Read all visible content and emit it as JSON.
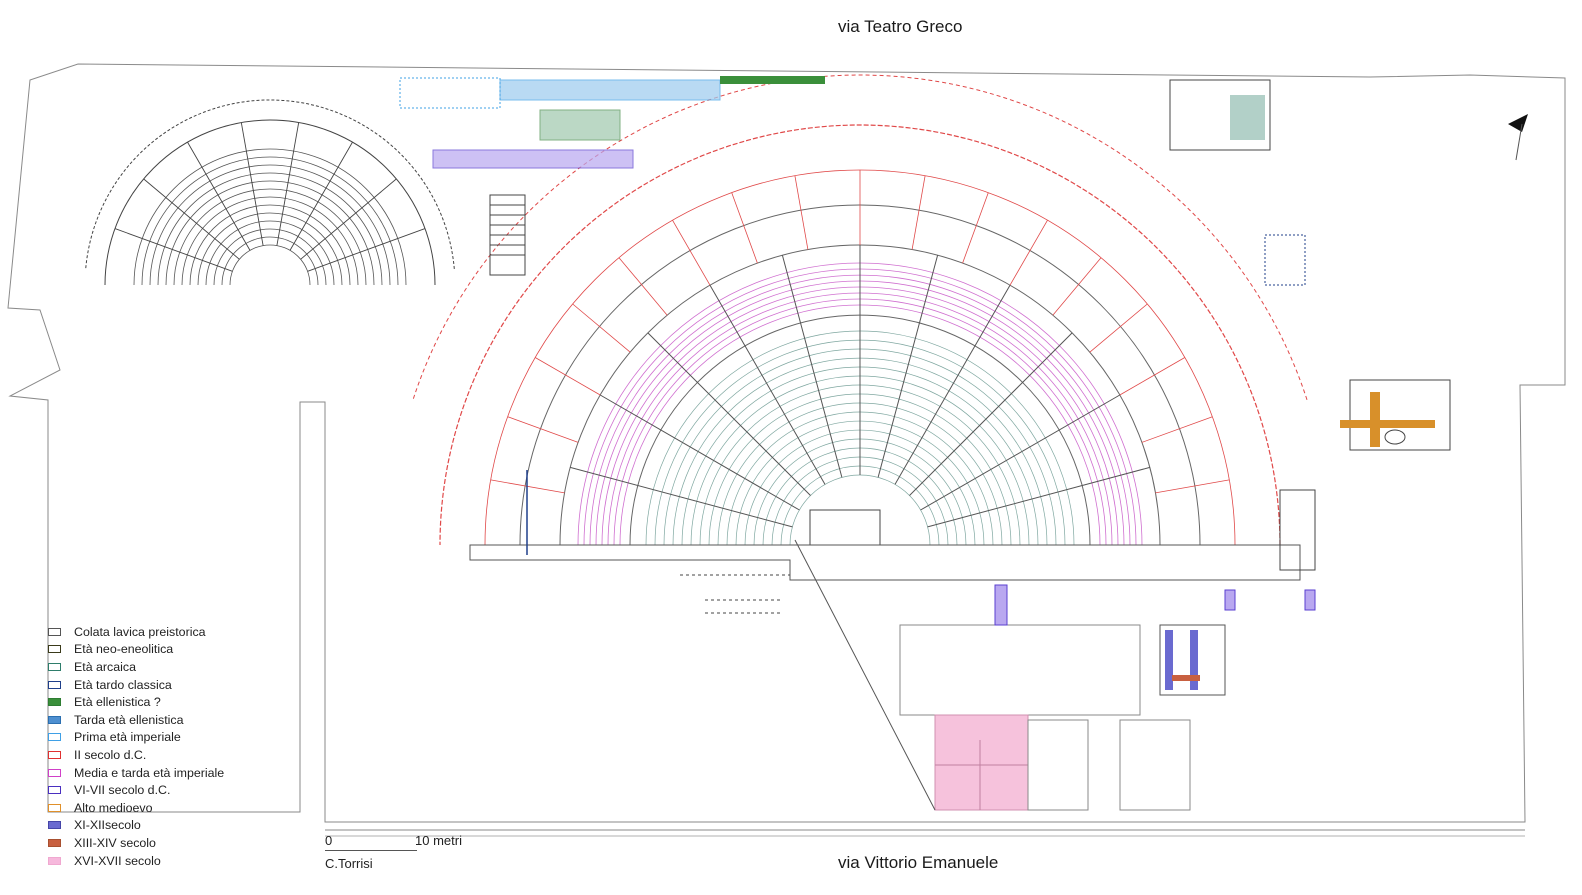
{
  "streets": {
    "north": "via Teatro Greco",
    "south": "via Vittorio Emanuele"
  },
  "legend": [
    {
      "label": "Colata lavica preistorica",
      "border": "#555555",
      "fill": "#ffffff"
    },
    {
      "label": "Età neo-eneolitica",
      "border": "#3a3a1a",
      "fill": "#ffffff"
    },
    {
      "label": "Età arcaica",
      "border": "#2e7d6b",
      "fill": "#ffffff"
    },
    {
      "label": "Età tardo classica",
      "border": "#1f3f8a",
      "fill": "#ffffff"
    },
    {
      "label": "Età ellenistica ?",
      "border": "#2e7d32",
      "fill": "#3a8f3a"
    },
    {
      "label": "Tarda età ellenistica",
      "border": "#2b6fb0",
      "fill": "#4e8fd0"
    },
    {
      "label": "Prima età imperiale",
      "border": "#3fa0e6",
      "fill": "#ffffff"
    },
    {
      "label": "II secolo d.C.",
      "border": "#e03030",
      "fill": "#ffffff"
    },
    {
      "label": "Media e tarda età imperiale",
      "border": "#d040c8",
      "fill": "#ffffff"
    },
    {
      "label": "VI-VII secolo d.C.",
      "border": "#4a2fc0",
      "fill": "#ffffff"
    },
    {
      "label": "Alto medioevo",
      "border": "#e0902a",
      "fill": "#ffffff"
    },
    {
      "label": "XI-XIIsecolo",
      "border": "#4545a8",
      "fill": "#6a6ad0"
    },
    {
      "label": "XIII-XIV secolo",
      "border": "#a85030",
      "fill": "#c86040"
    },
    {
      "label": "XVI-XVII secolo",
      "border": "#f0a8d0",
      "fill": "#f6b8dc"
    }
  ],
  "scale": {
    "start": "0",
    "end": "10 metri"
  },
  "author": "C.Torrisi",
  "colors": {
    "outline": "#8a8a8a",
    "red": "#e04848",
    "magenta": "#d070d0",
    "green": "#2e7d32",
    "blue": "#3fa0e6",
    "violet": "#5a3fd0",
    "orange": "#d8902a",
    "pink": "#f6c2dc",
    "darkgray": "#444444"
  }
}
